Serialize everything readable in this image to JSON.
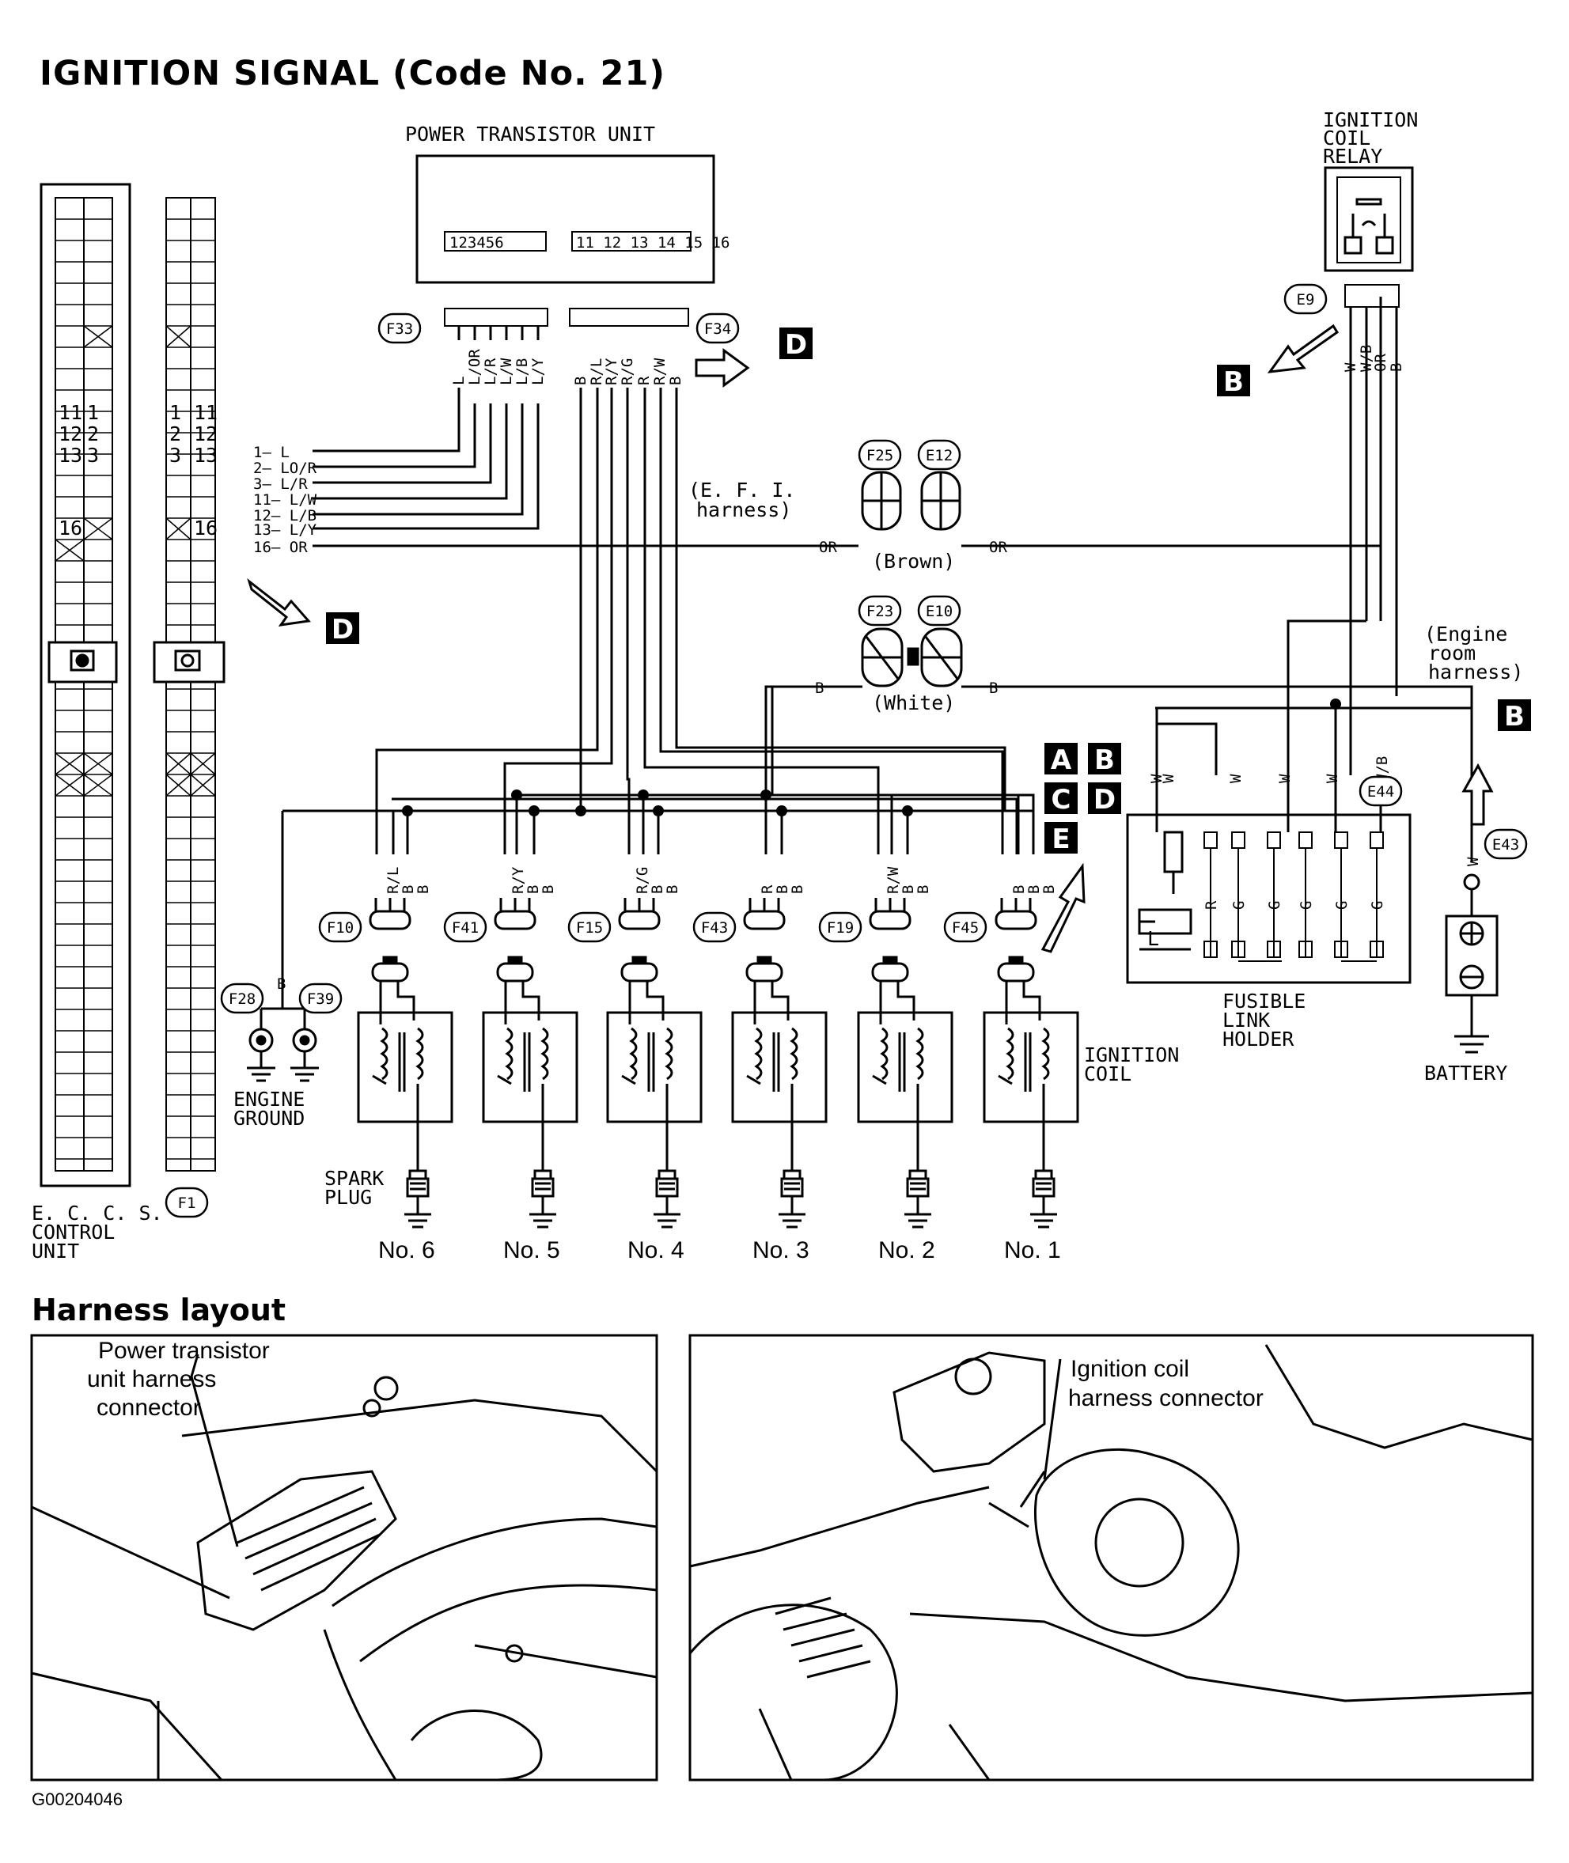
{
  "title": "IGNITION  SIGNAL  (Code No. 21)",
  "harness_title": "Harness layout",
  "image_code": "G00204046",
  "components": {
    "power_transistor_unit": "POWER TRANSISTOR UNIT",
    "ptu_pins_left": "123456",
    "ptu_pins_right": "11 12 13 14 15 16",
    "ignition_coil_relay": [
      "IGNITION",
      "COIL",
      "RELAY"
    ],
    "eccs": [
      "E. C. C. S.",
      "CONTROL",
      "UNIT"
    ],
    "engine_ground": [
      "ENGINE",
      "GROUND"
    ],
    "spark_plug": [
      "SPARK",
      "PLUG"
    ],
    "ignition_coil": [
      "IGNITION",
      "COIL"
    ],
    "fusible_link_holder": [
      "FUSIBLE",
      "LINK",
      "HOLDER"
    ],
    "battery": "BATTERY",
    "efi_harness": [
      "(E. F. I.",
      "harness)"
    ],
    "engine_room_harness": [
      "(Engine",
      "room",
      "harness)"
    ],
    "brown": "(Brown)",
    "white": "(White)"
  },
  "connectors": {
    "F33": "F33",
    "F34": "F34",
    "E9": "E9",
    "F25": "F25",
    "E12": "E12",
    "F23": "F23",
    "E10": "E10",
    "F28": "F28",
    "F39": "F39",
    "F1": "F1",
    "F10": "F10",
    "F41": "F41",
    "F15": "F15",
    "F43": "F43",
    "F19": "F19",
    "F45": "F45",
    "E44": "E44",
    "E43": "E43"
  },
  "eccs_pins": [
    "11",
    "1",
    "12",
    "2",
    "13",
    "3",
    "16"
  ],
  "f1_pins": [
    "1",
    "11",
    "2",
    "12",
    "3",
    "13",
    "16"
  ],
  "pin_wires": [
    {
      "pin": "1",
      "color": "L"
    },
    {
      "pin": "2",
      "color": "LO/R"
    },
    {
      "pin": "3",
      "color": "L/R"
    },
    {
      "pin": "11",
      "color": "L/W"
    },
    {
      "pin": "12",
      "color": "L/B"
    },
    {
      "pin": "13",
      "color": "L/Y"
    },
    {
      "pin": "16",
      "color": "OR"
    }
  ],
  "f33_wires": [
    "L",
    "L/OR",
    "L/R",
    "L/W",
    "L/B",
    "L/Y"
  ],
  "f34_wires": [
    "B",
    "R/L",
    "R/Y",
    "R/G",
    "R",
    "R/W",
    "B"
  ],
  "e9_wires": [
    "W",
    "W/B",
    "OR",
    "B"
  ],
  "wire_or": "OR",
  "wire_b": "B",
  "coils": [
    {
      "no": "No. 6",
      "conn": "F10",
      "wires": [
        "R/L",
        "B",
        "B"
      ]
    },
    {
      "no": "No. 5",
      "conn": "F41",
      "wires": [
        "R/Y",
        "B",
        "B"
      ]
    },
    {
      "no": "No. 4",
      "conn": "F15",
      "wires": [
        "R/G",
        "B",
        "B"
      ]
    },
    {
      "no": "No. 3",
      "conn": "F43",
      "wires": [
        "R",
        "B",
        "B"
      ]
    },
    {
      "no": "No. 2",
      "conn": "F19",
      "wires": [
        "R/W",
        "B",
        "B"
      ]
    },
    {
      "no": "No. 1",
      "conn": "F45",
      "wires": [
        "B",
        "B",
        "B"
      ]
    }
  ],
  "ground_wire": "B",
  "fuse_wires": [
    "W",
    "W",
    "W",
    "W",
    "W",
    "W/B"
  ],
  "fuse_inner": [
    "L",
    "R",
    "G",
    "G",
    "G",
    "G",
    "G"
  ],
  "battery_wire": "W",
  "refs": {
    "A": "A",
    "B": "B",
    "C": "C",
    "D": "D",
    "E": "E"
  },
  "callouts": {
    "left": [
      "Power transistor",
      "unit harness",
      "connector"
    ],
    "right": [
      "Ignition coil",
      "harness connector"
    ]
  }
}
